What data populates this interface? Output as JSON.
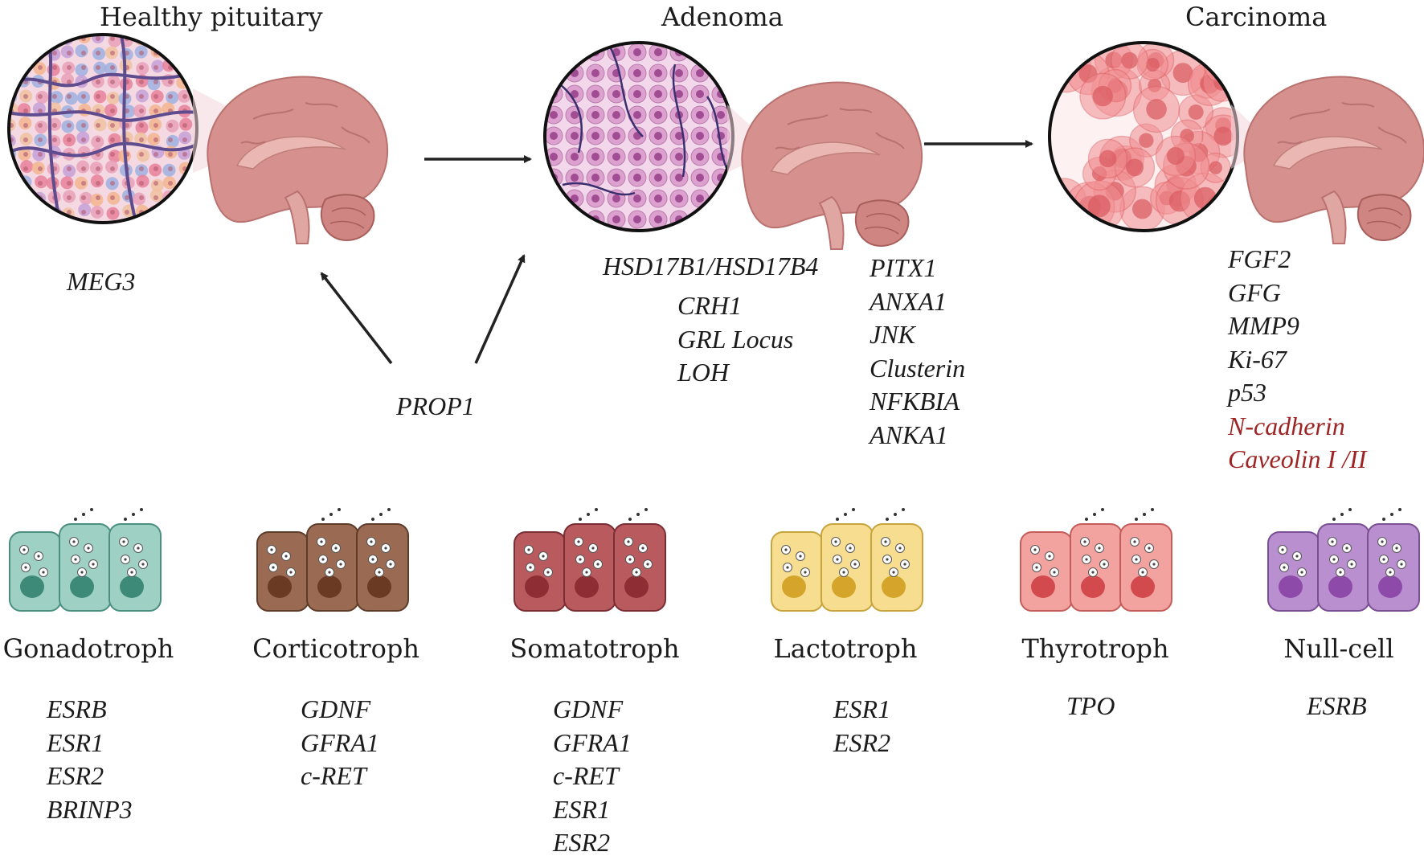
{
  "stages": {
    "healthy": {
      "title": "Healthy pituitary",
      "genes": [
        "MEG3"
      ]
    },
    "adenoma": {
      "title": "Adenoma",
      "genes_left_top": "HSD17B1/HSD17B4",
      "genes_left": [
        "CRH1",
        "GRL Locus",
        "LOH"
      ],
      "genes_right": [
        "PITX1",
        "ANXA1",
        "JNK",
        "Clusterin",
        "NFKBIA",
        "ANKA1"
      ]
    },
    "carcinoma": {
      "title": "Carcinoma",
      "genes": [
        "FGF2",
        "GFG",
        "MMP9",
        "Ki-67",
        "p53"
      ],
      "genes_highlight": [
        "N-cadherin",
        "Caveolin I /II"
      ]
    }
  },
  "driver": {
    "label": "PROP1"
  },
  "cell_types": [
    {
      "name": "Gonadotroph",
      "genes": [
        "ESRB",
        "ESR1",
        "ESR2",
        "BRINP3"
      ],
      "fill": "#9fd0c4",
      "stroke": "#4a8f80",
      "nucleus": "#3d8a78"
    },
    {
      "name": "Corticotroph",
      "genes": [
        "GDNF",
        "GFRA1",
        "c-RET"
      ],
      "fill": "#9a6b52",
      "stroke": "#5e3c2a",
      "nucleus": "#6b3a22"
    },
    {
      "name": "Somatotroph",
      "genes": [
        "GDNF",
        "GFRA1",
        "c-RET",
        "ESR1",
        "ESR2"
      ],
      "fill": "#b85a5e",
      "stroke": "#7a2e33",
      "nucleus": "#8e2e34"
    },
    {
      "name": "Lactotroph",
      "genes": [
        "ESR1",
        "ESR2"
      ],
      "fill": "#f6dd8f",
      "stroke": "#c8a43c",
      "nucleus": "#d4a52a"
    },
    {
      "name": "Thyrotroph",
      "genes": [
        "TPO"
      ],
      "fill": "#f2a3a0",
      "stroke": "#c45c5a",
      "nucleus": "#d24a4d"
    },
    {
      "name": "Null-cell",
      "genes": [
        "ESRB"
      ],
      "fill": "#b98fd0",
      "stroke": "#7a4f94",
      "nucleus": "#8e4aa9"
    }
  ],
  "colors": {
    "highlight": "#9e2424",
    "arrow": "#222222",
    "brain": "#d7928f"
  }
}
